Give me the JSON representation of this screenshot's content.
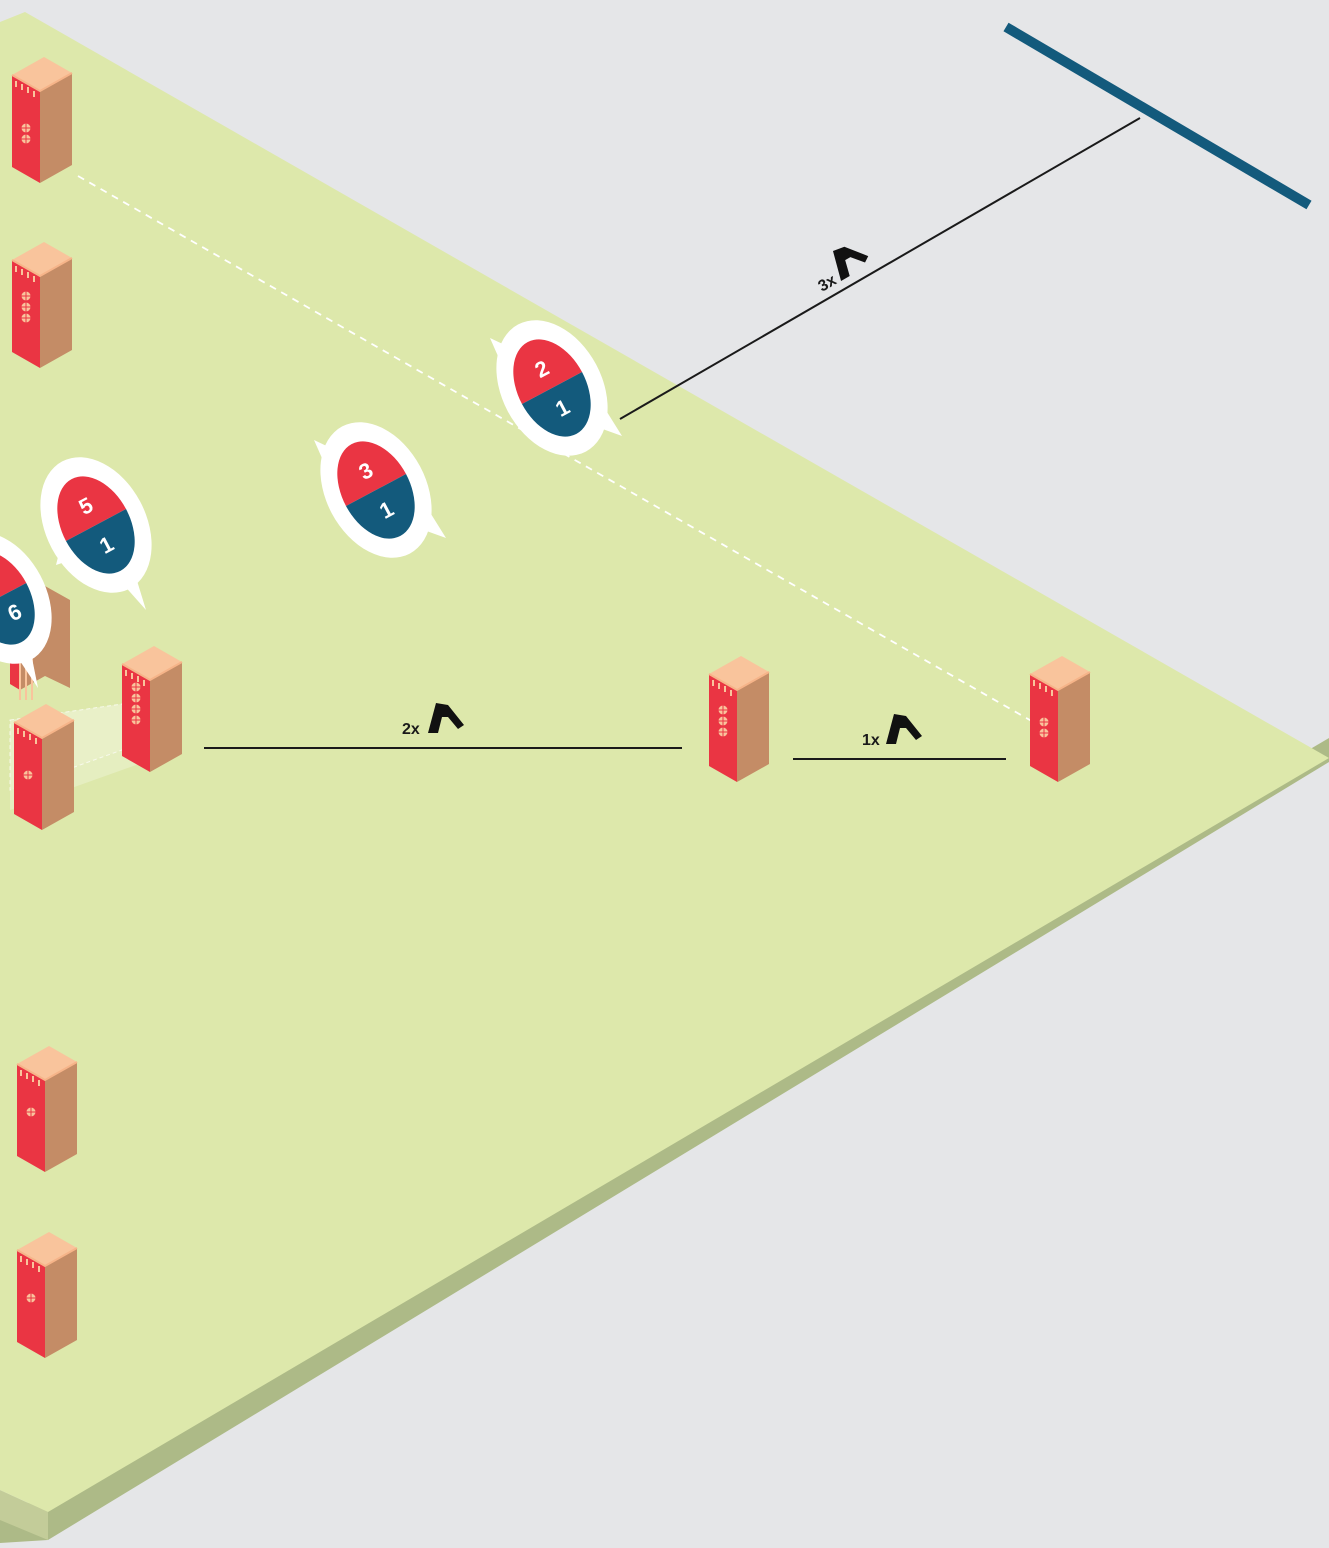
{
  "colors": {
    "background": "#e5e6e8",
    "board_top": "#dde8ab",
    "board_side": "#adba87",
    "tower_front": "#ea3543",
    "tower_side": "#c48c66",
    "tower_top": "#f9c49c",
    "team_red": "#ea3543",
    "team_blue": "#135a7c",
    "line": "#1a1a1a",
    "target_bar": "#135a7c"
  },
  "distances": [
    {
      "label": "3x",
      "icon": "step-icon"
    },
    {
      "label": "2x",
      "icon": "step-icon"
    },
    {
      "label": "1x",
      "icon": "step-icon"
    }
  ],
  "markers": [
    {
      "top": "2",
      "bottom": "1"
    },
    {
      "top": "3",
      "bottom": "1"
    },
    {
      "top": "5",
      "bottom": "1"
    },
    {
      "top": "",
      "bottom": "6"
    }
  ]
}
